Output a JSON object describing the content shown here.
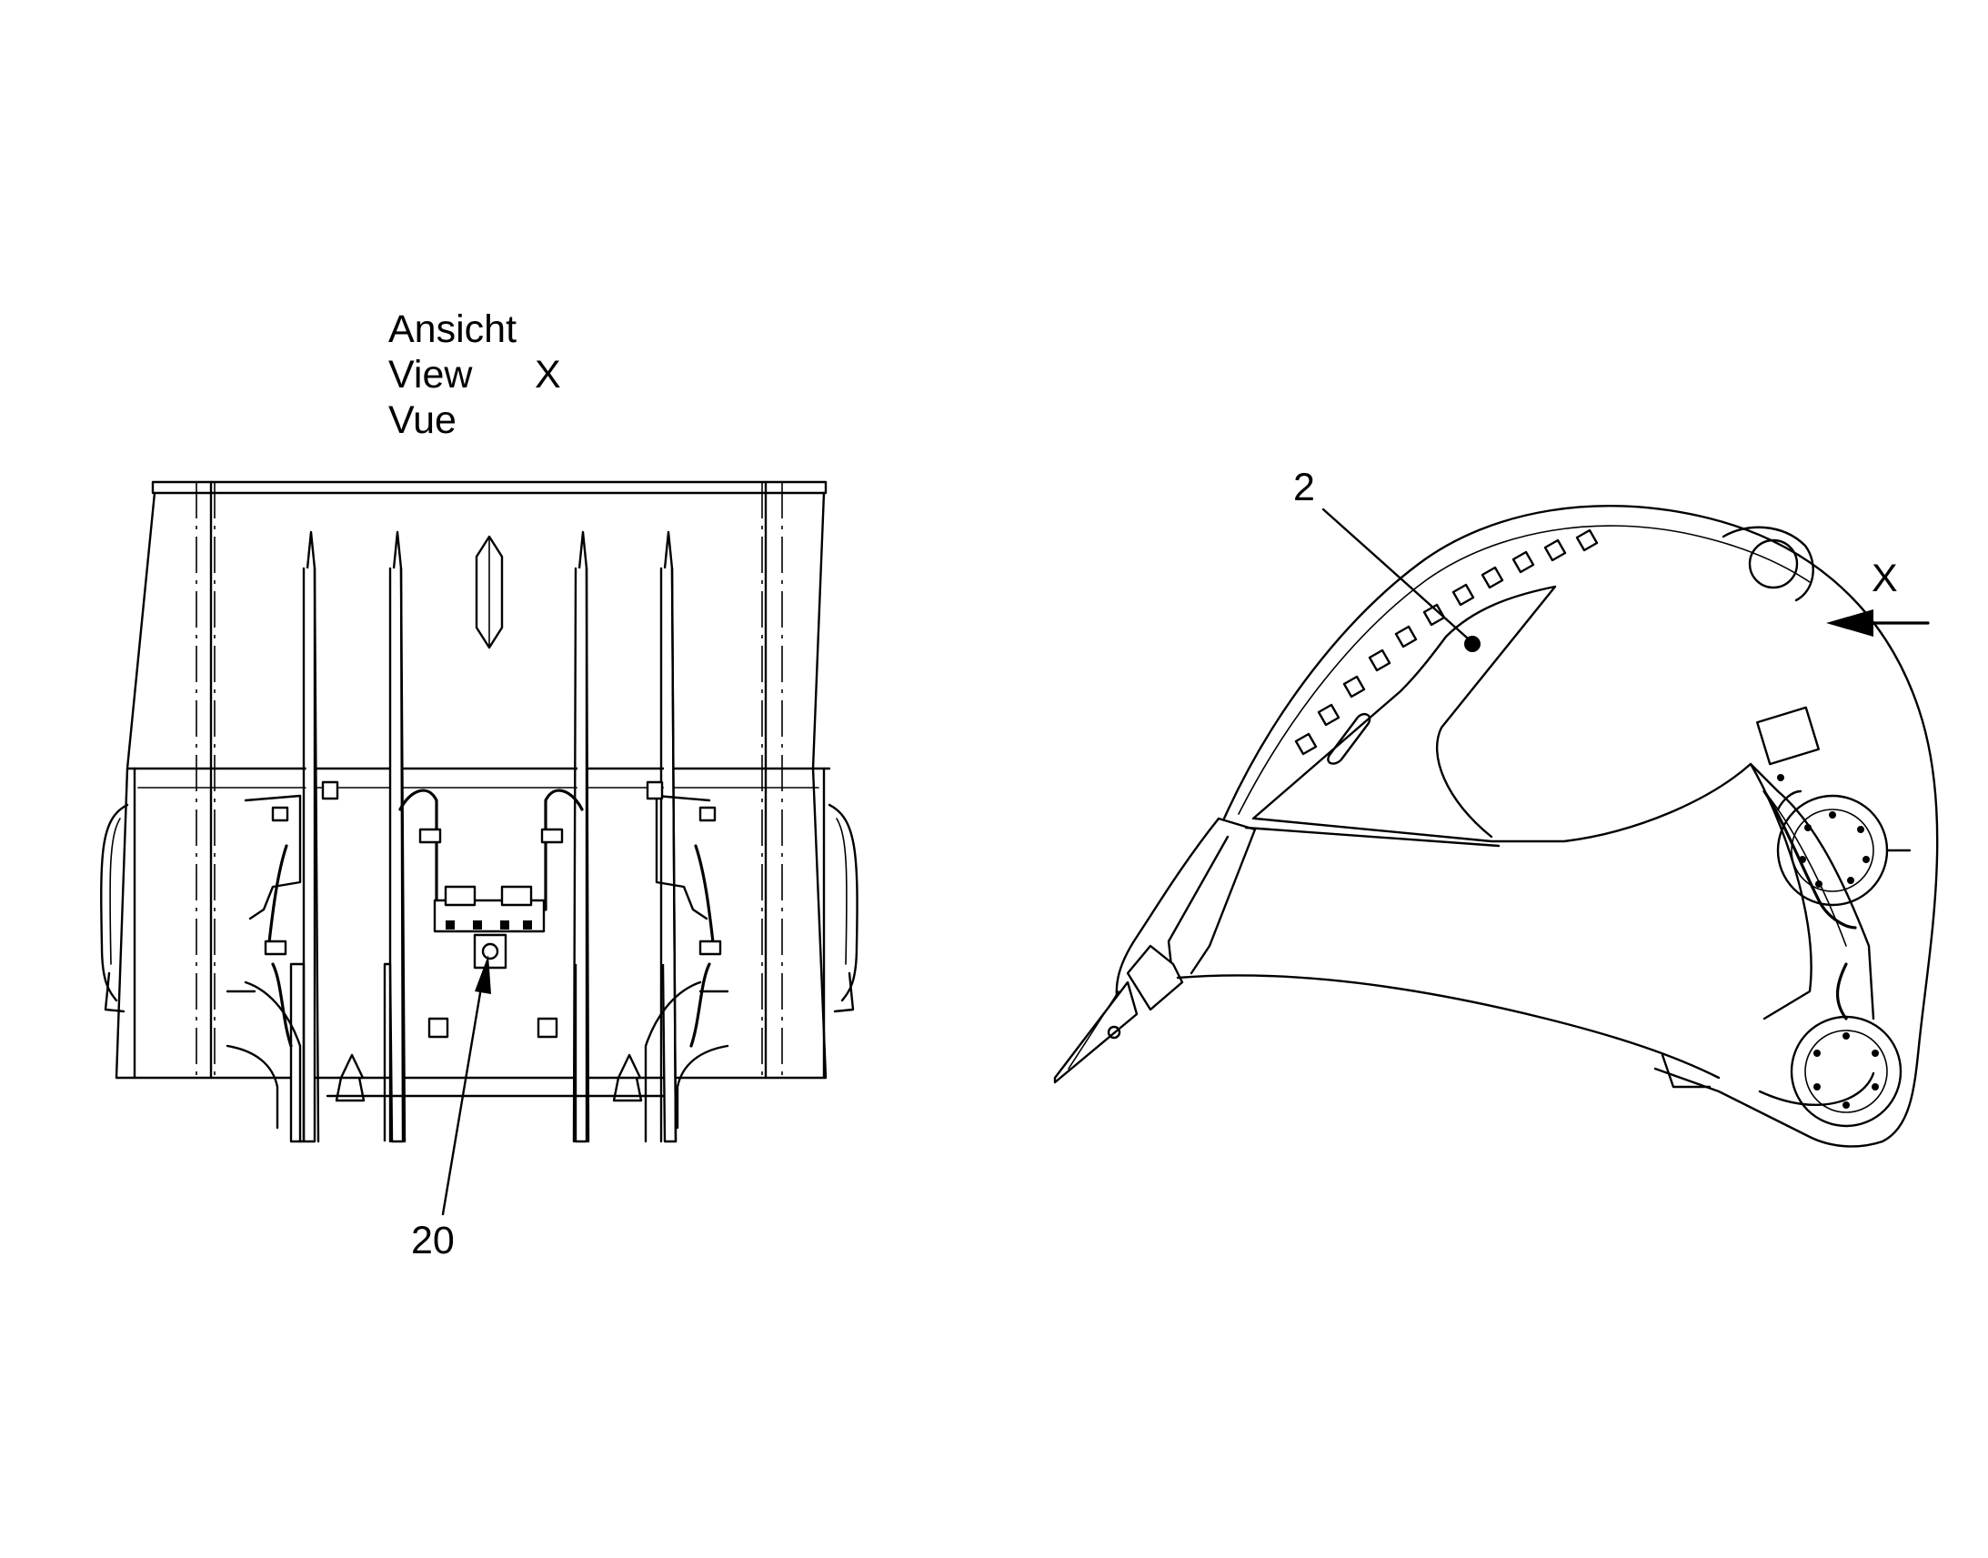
{
  "view_caption": {
    "line1": "Ansicht",
    "line2": "View",
    "line3": "Vue",
    "view_letter": "X"
  },
  "callouts": {
    "hydraulic_part": "20",
    "bucket_body": "2",
    "view_direction": "X"
  },
  "icons": {
    "front_view": "excavator-bucket-front-view",
    "side_view": "excavator-bucket-side-view",
    "arrow": "view-direction-arrow"
  }
}
